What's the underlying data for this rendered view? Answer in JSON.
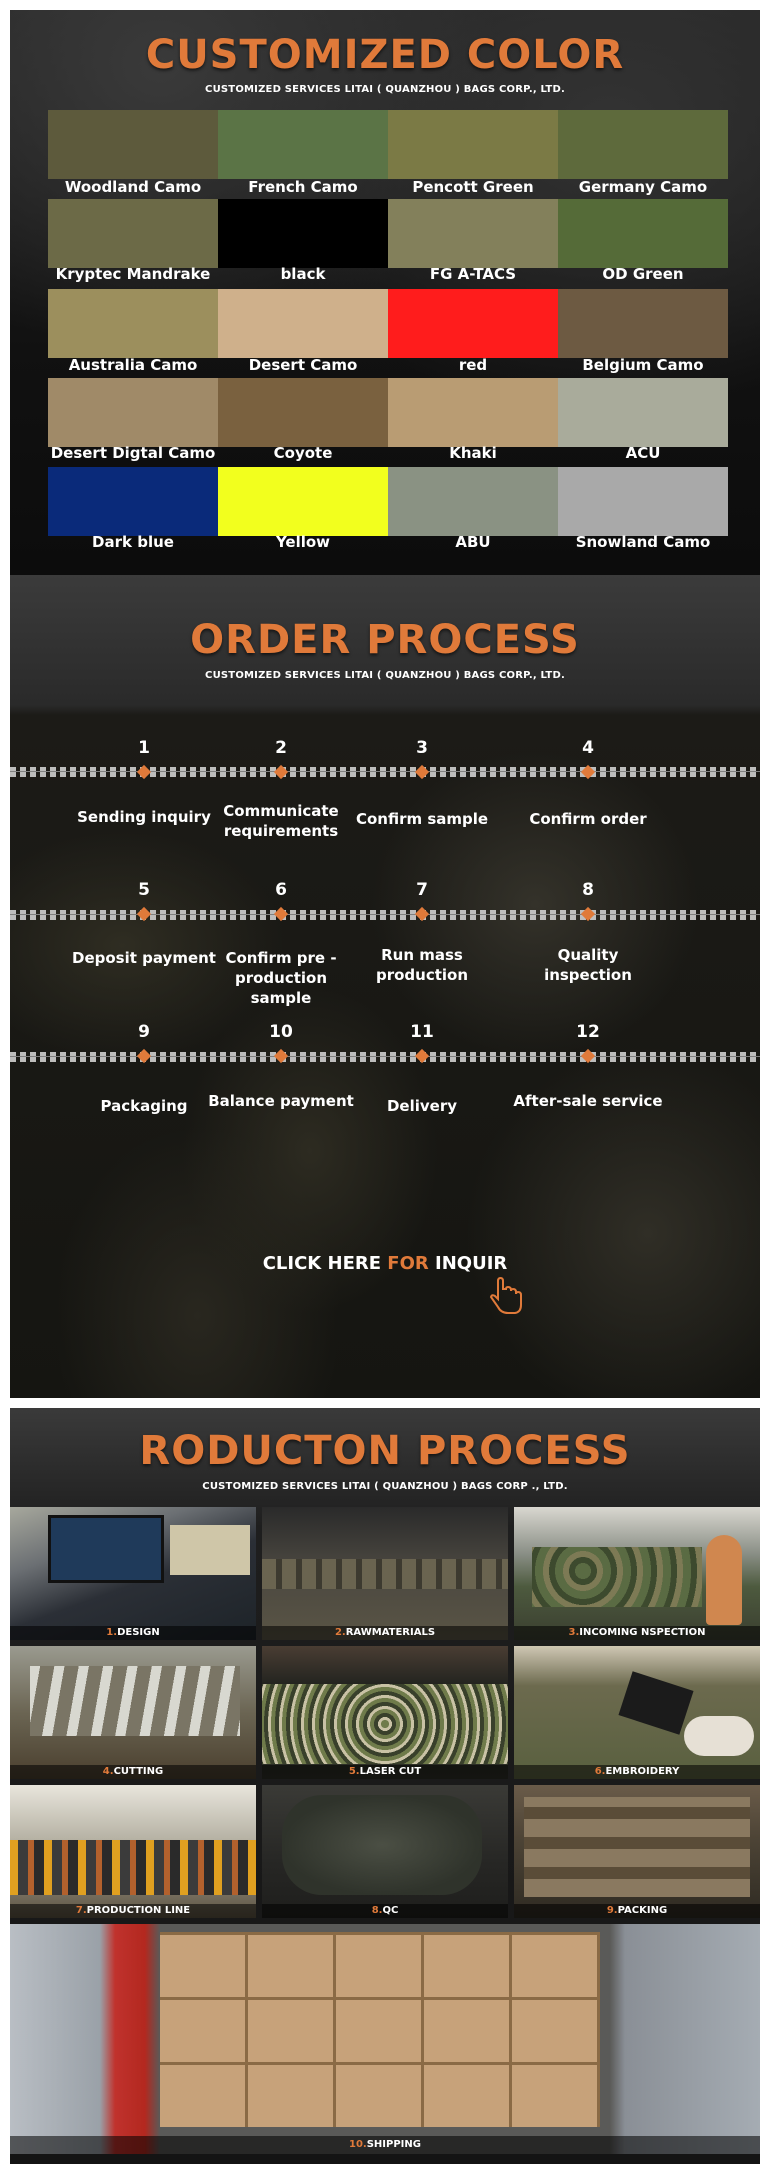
{
  "color_section": {
    "title": "CUSTOMIZED COLOR",
    "subtitle": "CUSTOMIZED SERVICES LITAI ( QUANZHOU ) BAGS CORP., LTD.",
    "swatches": [
      {
        "label": "Woodland Camo",
        "color": "#5d5a3c"
      },
      {
        "label": "French Camo",
        "color": "#5b7446"
      },
      {
        "label": "Pencott Green",
        "color": "#7b7a45"
      },
      {
        "label": "Germany Camo",
        "color": "#5e6a3c"
      },
      {
        "label": "Kryptec Mandrake",
        "color": "#6c6a47"
      },
      {
        "label": "black",
        "color": "#000000"
      },
      {
        "label": "FG A-TACS",
        "color": "#83805b"
      },
      {
        "label": "OD Green",
        "color": "#556b38"
      },
      {
        "label": "Australia Camo",
        "color": "#9c8f5d"
      },
      {
        "label": "Desert Camo",
        "color": "#cfb08b"
      },
      {
        "label": "red",
        "color": "#ff1c1c"
      },
      {
        "label": "Belgium Camo",
        "color": "#6d5a42"
      },
      {
        "label": "Desert Digtal Camo",
        "color": "#a08a68"
      },
      {
        "label": "Coyote",
        "color": "#7a613f"
      },
      {
        "label": "Khaki",
        "color": "#b99c73"
      },
      {
        "label": "ACU",
        "color": "#a9ab9b"
      },
      {
        "label": "Dark blue",
        "color": "#0a2a7a"
      },
      {
        "label": "Yellow",
        "color": "#f2ff1e"
      },
      {
        "label": "ABU",
        "color": "#8a9283"
      },
      {
        "label": "Snowland Camo",
        "color": "#a9a9a9"
      }
    ]
  },
  "order_section": {
    "title": "ORDER PROCESS",
    "subtitle": "CUSTOMIZED SERVICES LITAI ( QUANZHOU ) BAGS CORP., LTD.",
    "steps": [
      {
        "num": "1",
        "label": "Sending inquiry"
      },
      {
        "num": "2",
        "label": "Communicate requirements"
      },
      {
        "num": "3",
        "label": "Confirm sample"
      },
      {
        "num": "4",
        "label": "Confirm order"
      },
      {
        "num": "5",
        "label": "Deposit payment"
      },
      {
        "num": "6",
        "label": "Confirm pre - production sample"
      },
      {
        "num": "7",
        "label": "Run mass production"
      },
      {
        "num": "8",
        "label": "Quality inspection"
      },
      {
        "num": "9",
        "label": "Packaging"
      },
      {
        "num": "10",
        "label": "Balance payment"
      },
      {
        "num": "11",
        "label": "Delivery"
      },
      {
        "num": "12",
        "label": "After-sale service"
      }
    ],
    "cta": {
      "before": "CLICK HERE ",
      "accent": "FOR",
      "after": " INQUIR"
    },
    "accent_color": "#e07a3a"
  },
  "production_section": {
    "title": "RODUCTON PROCESS",
    "subtitle": "CUSTOMIZED SERVICES LITAI ( QUANZHOU ) BAGS CORP ., LTD.",
    "stages": [
      {
        "num": "1.",
        "label": "DESIGN"
      },
      {
        "num": "2.",
        "label": "RAWMATERIALS"
      },
      {
        "num": "3.",
        "label": "INCOMING NSPECTION"
      },
      {
        "num": "4.",
        "label": "CUTTING"
      },
      {
        "num": "5.",
        "label": "LASER CUT"
      },
      {
        "num": "6.",
        "label": "EMBROIDERY"
      },
      {
        "num": "7.",
        "label": "PRODUCTION LINE"
      },
      {
        "num": "8.",
        "label": "QC"
      },
      {
        "num": "9.",
        "label": "PACKING"
      },
      {
        "num": "10.",
        "label": "SHIPPING"
      }
    ]
  }
}
